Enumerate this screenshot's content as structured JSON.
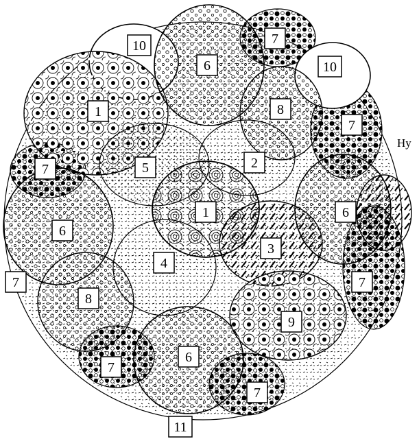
{
  "diagram": {
    "side_label": "Hy",
    "plant_labels": [
      "10",
      "6",
      "7",
      "10",
      "1",
      "8",
      "7",
      "5",
      "2",
      "7",
      "1",
      "6",
      "6",
      "3",
      "4",
      "7",
      "7",
      "8",
      "9",
      "6",
      "7",
      "7",
      "11"
    ]
  },
  "colors": {
    "ink": "#000000",
    "paper": "#ffffff"
  }
}
